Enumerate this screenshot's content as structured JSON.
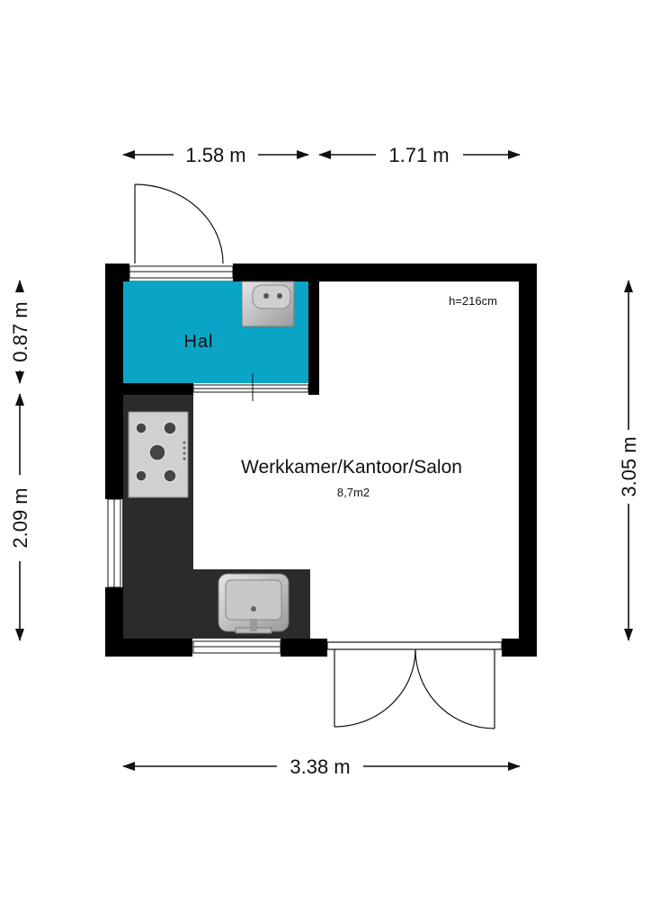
{
  "dimensions": {
    "top_left": "1.58 m",
    "top_right": "1.71 m",
    "left_upper": "0.87 m",
    "left_lower": "2.09 m",
    "right": "3.05 m",
    "bottom": "3.38 m"
  },
  "rooms": {
    "hal": {
      "label": "Hal"
    },
    "main": {
      "label": "Werkkamer/Kantoor/Salon",
      "area": "8,7m2",
      "height": "h=216cm"
    }
  },
  "colors": {
    "wall": "#000000",
    "hal_fill": "#0aa5c6",
    "counter": "#2b2b2b",
    "floor": "#ffffff"
  },
  "icons": [
    "arrow-icon",
    "door-icon",
    "window-icon",
    "stove-icon",
    "sink-icon",
    "basin-icon"
  ]
}
